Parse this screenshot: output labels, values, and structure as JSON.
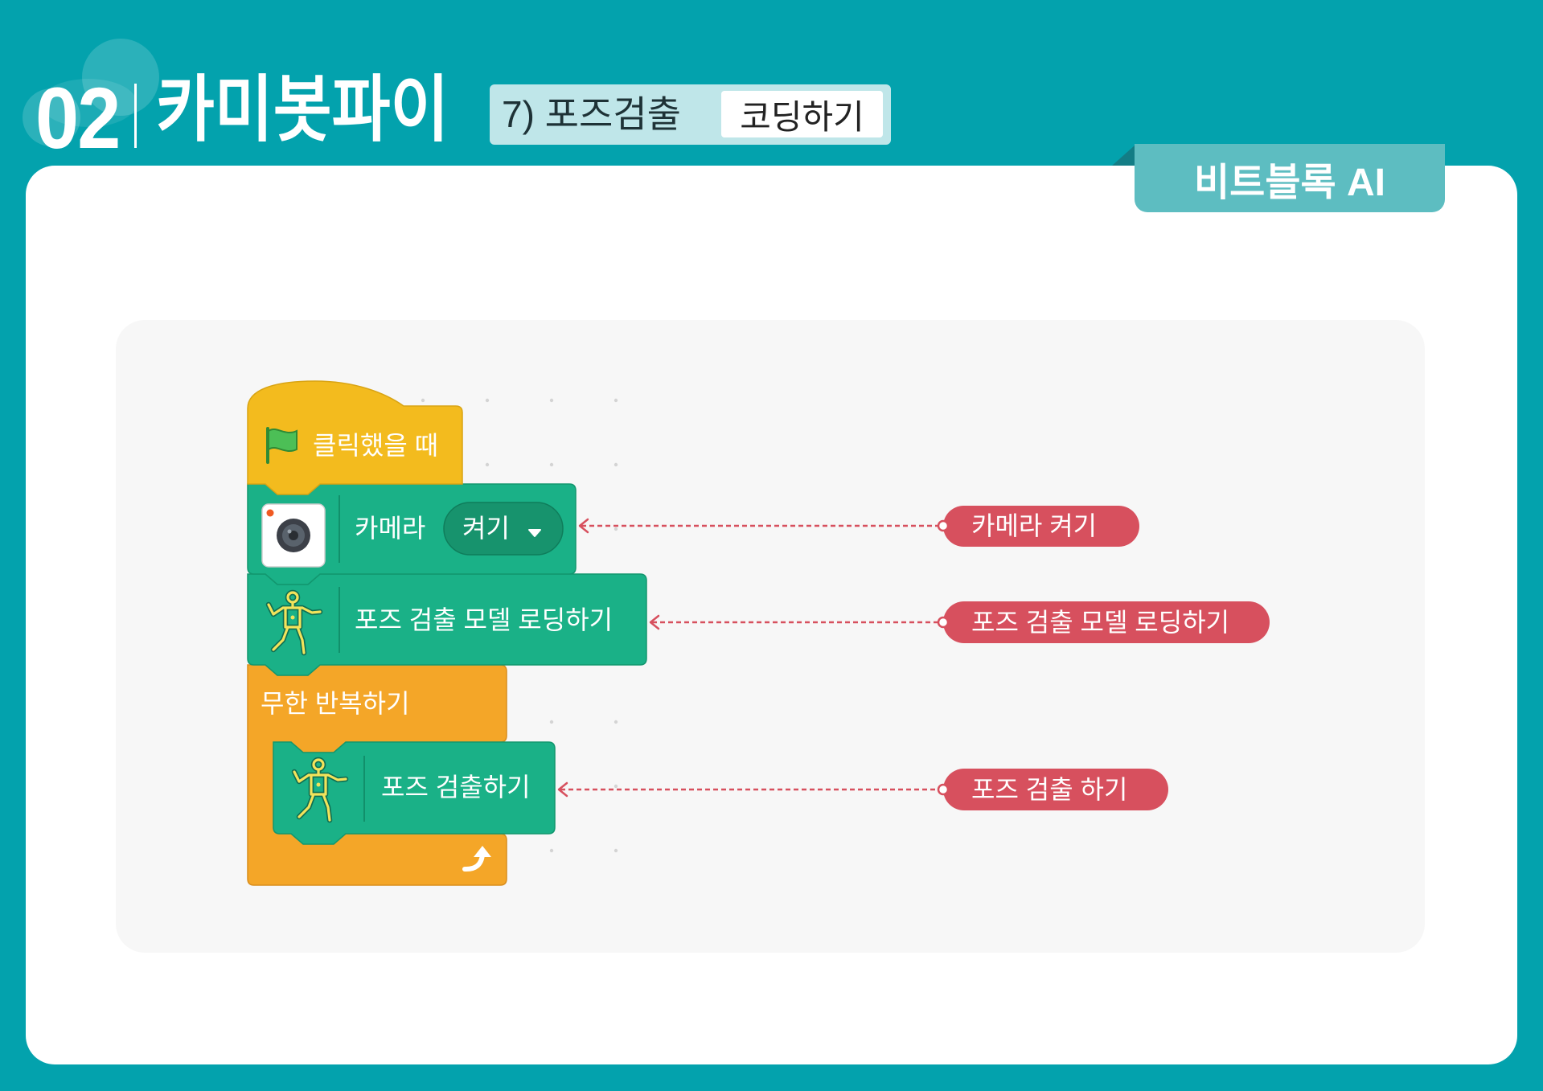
{
  "header": {
    "section_number": "02",
    "title": "카미봇파이",
    "subtitle": "7) 포즈검출",
    "subtitle_tag": "코딩하기"
  },
  "tab": {
    "label": "비트블록 AI"
  },
  "blocks": {
    "when_flag_clicked": {
      "label": "클릭했을 때",
      "icon": "green-flag-icon"
    },
    "camera": {
      "label": "카메라",
      "dropdown_value": "켜기",
      "icon": "camera-icon",
      "dropdown_icon": "caret-down-icon"
    },
    "load_pose_model": {
      "label": "포즈 검출 모델 로딩하기",
      "icon": "pose-figure-icon"
    },
    "forever": {
      "label": "무한 반복하기",
      "icon": "loop-arrow-icon"
    },
    "detect_pose": {
      "label": "포즈 검출하기",
      "icon": "pose-figure-icon"
    }
  },
  "annotations": [
    {
      "label": "카메라 켜기"
    },
    {
      "label": "포즈 검출 모델 로딩하기"
    },
    {
      "label": "포즈 검출 하기"
    }
  ],
  "colors": {
    "background": "#03a2ad",
    "panel": "#ffffff",
    "workspace": "#f7f7f7",
    "tab": "#5dbdc1",
    "subtitle_box": "#bfe6e9",
    "event_block": "#f3bb1e",
    "extension_block": "#1ab187",
    "extension_field": "#17936d",
    "control_block": "#f4a628",
    "annotation": "#d7505e"
  }
}
